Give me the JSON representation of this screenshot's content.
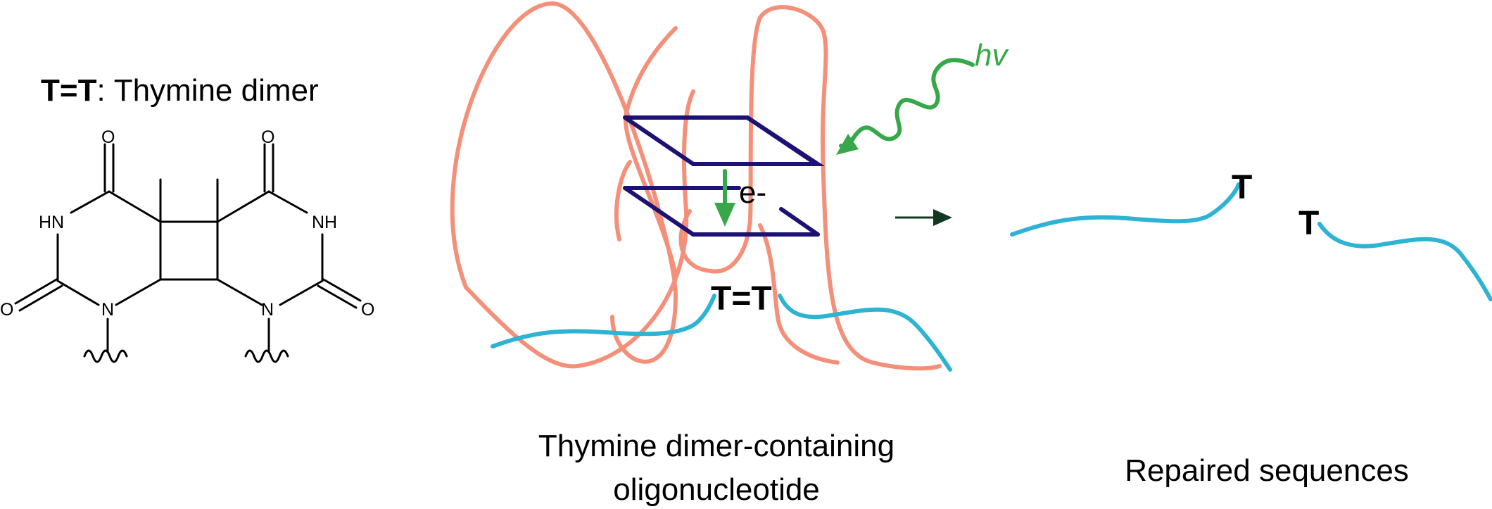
{
  "colors": {
    "dna_loop": "#f4907a",
    "oligo_strand": "#2fb3d2",
    "g_quartet": "#1c1275",
    "light_arrow": "#36a84a",
    "reaction_arrow": "#123820",
    "text": "#000000"
  },
  "structure": {
    "heading_symbol": "T=T",
    "heading_colon": ":",
    "heading_name": "Thymine dimer",
    "atom_o": "O",
    "atom_nh": "NH",
    "atom_hn": "HN",
    "atom_n": "N"
  },
  "oligo": {
    "photon_label": "hv",
    "electron_label": "e-",
    "dimer_label": "T=T",
    "caption_line1": "Thymine dimer-containing",
    "caption_line2": "oligonucleotide"
  },
  "repaired": {
    "left_base": "T",
    "right_base": "T",
    "caption": "Repaired sequences"
  }
}
